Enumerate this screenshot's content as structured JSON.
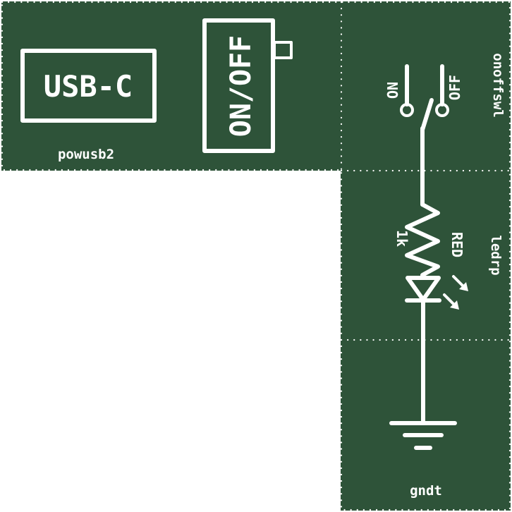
{
  "colors": {
    "board": "#2e5339",
    "silkscreen": "#ffffff",
    "background": "#ffffff"
  },
  "modules": {
    "powusb2": {
      "name": "powusb2",
      "connector_label": "USB-C",
      "switch_label": "ON/OFF"
    },
    "onoffswl": {
      "name": "onoffswl",
      "on_label": "ON",
      "off_label": "OFF"
    },
    "ledrp": {
      "name": "ledrp",
      "resistor_value": "1k",
      "led_color": "RED"
    },
    "gndt": {
      "name": "gndt"
    }
  }
}
